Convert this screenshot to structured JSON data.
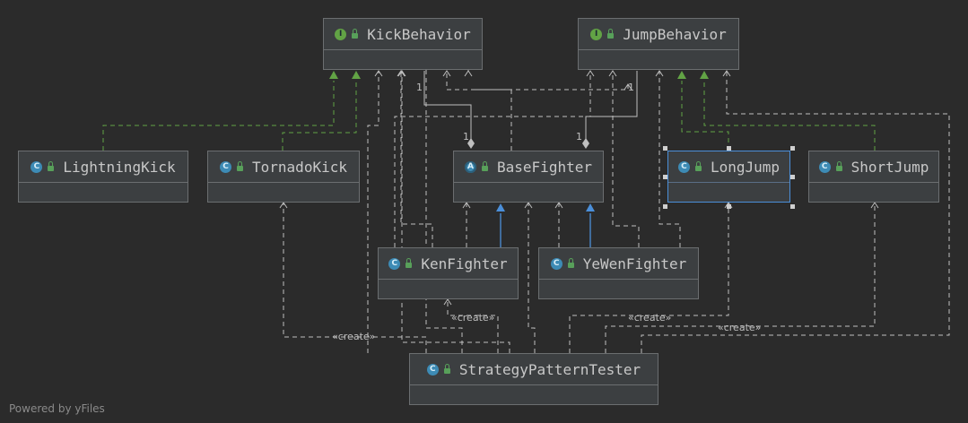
{
  "diagram": {
    "nodes": {
      "kick_behavior": {
        "name": "KickBehavior",
        "kind": "interface"
      },
      "jump_behavior": {
        "name": "JumpBehavior",
        "kind": "interface"
      },
      "lightning_kick": {
        "name": "LightningKick",
        "kind": "class"
      },
      "tornado_kick": {
        "name": "TornadoKick",
        "kind": "class"
      },
      "base_fighter": {
        "name": "BaseFighter",
        "kind": "abstract-class"
      },
      "long_jump": {
        "name": "LongJump",
        "kind": "class",
        "selected": true
      },
      "short_jump": {
        "name": "ShortJump",
        "kind": "class"
      },
      "ken_fighter": {
        "name": "KenFighter",
        "kind": "class"
      },
      "ye_wen_fighter": {
        "name": "YeWenFighter",
        "kind": "class"
      },
      "strategy_pattern_tester": {
        "name": "StrategyPatternTester",
        "kind": "class-with-main"
      }
    },
    "multiplicities": {
      "kick_far": "1",
      "kick_near": "1",
      "jump_far": "1",
      "jump_near": "1"
    },
    "stereotypes": {
      "create_ken": "«create»",
      "create_tornado": "«create»",
      "create_yewen": "«create»",
      "create_longjump": "«create»"
    },
    "badges": {
      "interface": "I",
      "class": "C",
      "abstract": "A",
      "main": "C"
    },
    "colors": {
      "background": "#2b2b2b",
      "node_fill": "#3c3f41",
      "dependency_line": "#bfbfbf",
      "realization_line": "#62a345",
      "generalization_line": "#4b8fd9",
      "selection": "#4b8fd9"
    }
  },
  "footer": "Powered by yFiles"
}
